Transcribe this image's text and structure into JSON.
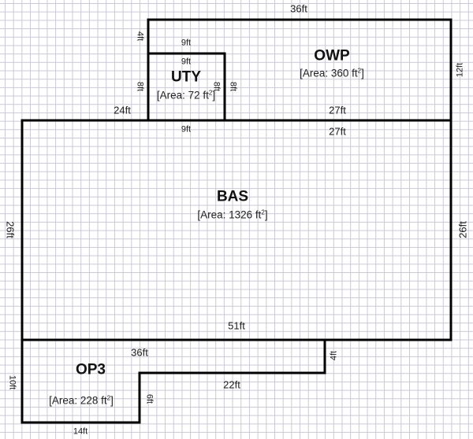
{
  "plan": {
    "units": "ft",
    "line_color": "#000000",
    "grid_color": "#c9c9d6",
    "rooms": [
      {
        "id": "owp",
        "name": "OWP",
        "area_label": "[Area: 360 ft",
        "area_value": 360
      },
      {
        "id": "uty",
        "name": "UTY",
        "area_label": "[Area: 72 ft",
        "area_value": 72
      },
      {
        "id": "bas",
        "name": "BAS",
        "area_label": "[Area: 1326 ft",
        "area_value": 1326
      },
      {
        "id": "op3",
        "name": "OP3",
        "area_label": "[Area: 228 ft",
        "area_value": 228
      }
    ],
    "area_suffix_sup": "2",
    "area_suffix_close": "]",
    "dimensions": {
      "owp_top": "36ft",
      "owp_right": "12ft",
      "owp_bottom_inner": "27ft",
      "bas_top_right": "27ft",
      "owp_left_upper": "4ft",
      "uty_top_outer": "9ft",
      "uty_top_inner": "9ft",
      "uty_left": "8ft",
      "uty_right_inner": "8ft",
      "uty_right_outer": "8ft",
      "uty_bottom": "9ft",
      "bas_top_left": "24ft",
      "bas_left": "26ft",
      "bas_right": "26ft",
      "bas_bottom": "51ft",
      "op3_top": "36ft",
      "op3_right_step": "4ft",
      "op3_step_top": "22ft",
      "op3_left": "10ft",
      "op3_inner_right": "6ft",
      "op3_bottom": "14ft"
    }
  }
}
